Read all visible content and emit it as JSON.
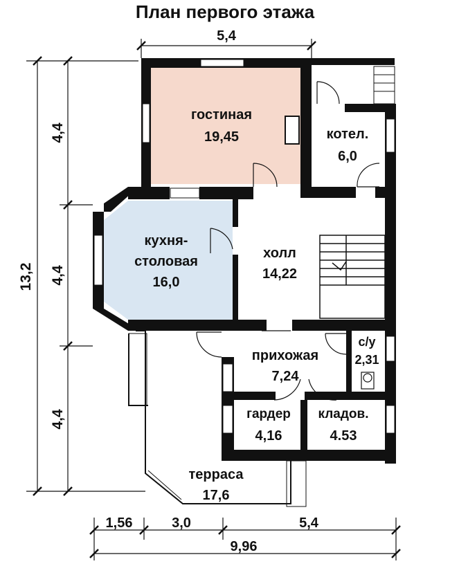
{
  "title": "План первого этажа",
  "colors": {
    "wall": "#111111",
    "living_fill": "#f6d9cc",
    "kitchen_fill": "#d9e6f2",
    "window_fill": "#ffffff",
    "dimension_line": "#111111"
  },
  "rooms": {
    "living": {
      "name": "гостиная",
      "area": "19,45"
    },
    "boiler": {
      "name": "котел.",
      "area": "6,0"
    },
    "kitchen": {
      "name_line1": "кухня-",
      "name_line2": "столовая",
      "area": "16,0"
    },
    "hall": {
      "name": "холл",
      "area": "14,22"
    },
    "wc": {
      "name": "с/у",
      "area": "2,31"
    },
    "entry": {
      "name": "прихожая",
      "area": "7,24"
    },
    "wardrobe": {
      "name": "гардер",
      "area": "4,16"
    },
    "storage": {
      "name": "кладов.",
      "area": "4.53"
    },
    "terrace": {
      "name": "терраса",
      "area": "17,6"
    }
  },
  "dimensions": {
    "top_width": "5,4",
    "left_total": "13,2",
    "left_segments": [
      "4,4",
      "4,4",
      "4,4"
    ],
    "bottom_segments": [
      "1,56",
      "3,0",
      "5,4"
    ],
    "bottom_total": "9,96"
  }
}
